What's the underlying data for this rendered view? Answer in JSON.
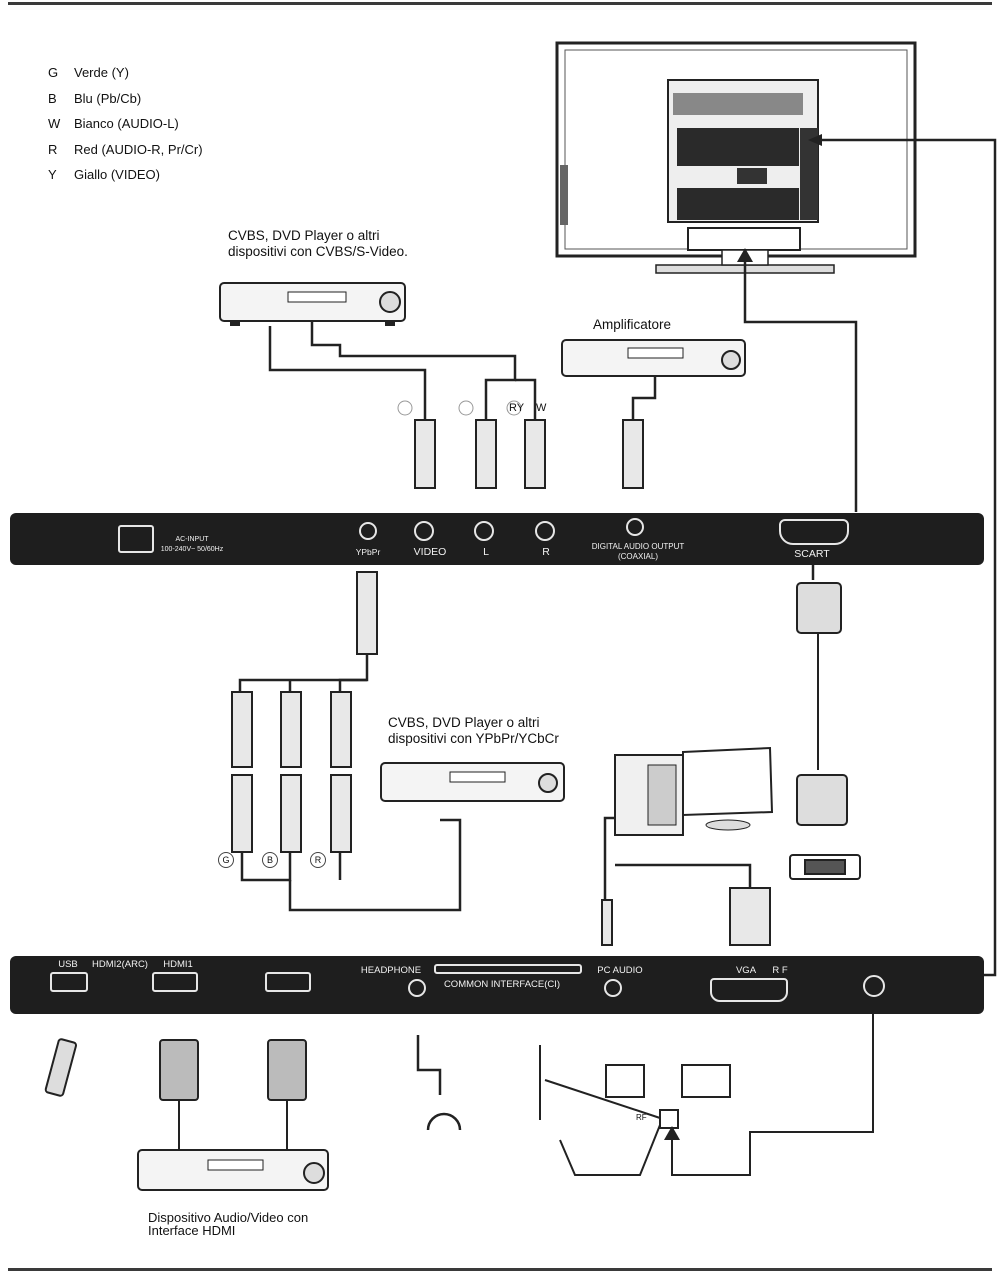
{
  "legend": [
    {
      "code": "G",
      "text": "Verde (Y)"
    },
    {
      "code": "B",
      "text": "Blu (Pb/Cb)"
    },
    {
      "code": "W",
      "text": "Bianco (AUDIO-L)"
    },
    {
      "code": "R",
      "text": "Red (AUDIO-R, Pr/Cr)"
    },
    {
      "code": "Y",
      "text": "Giallo (VIDEO)"
    }
  ],
  "notes": {
    "cvbs_device": "CVBS, DVD Player o altri dispositivi con CVBS/S-Video.",
    "amplifier": "Amplificatore",
    "ypbpr_device": "CVBS, DVD Player o altri dispositivi con YPbPr/YCbCr",
    "hdmi_device": "Dispositivo Audio/Video con Interface HDMI"
  },
  "upper_panel": {
    "ac_input_line1": "AC-INPUT",
    "ac_input_line2": "100-240V~ 50/60Hz",
    "ypbpr": "YPbPr",
    "video": "VIDEO",
    "left": "L",
    "right": "R",
    "digital_audio_line1": "DIGITAL AUDIO OUTPUT",
    "digital_audio_line2": "(COAXIAL)",
    "scart": "SCART"
  },
  "lower_panel": {
    "usb": "USB",
    "hdmi2": "HDMI2(ARC)",
    "hdmi1": "HDMI1",
    "headphone": "HEADPHONE",
    "common_interface": "COMMON INTERFACE(CI)",
    "pc_audio": "PC AUDIO",
    "vga": "VGA",
    "rf": "R F"
  },
  "cable_labels": {
    "ry": "R",
    "yw": "Y",
    "ww": "W",
    "g": "G",
    "b": "B",
    "r": "R",
    "rf": "RF"
  }
}
